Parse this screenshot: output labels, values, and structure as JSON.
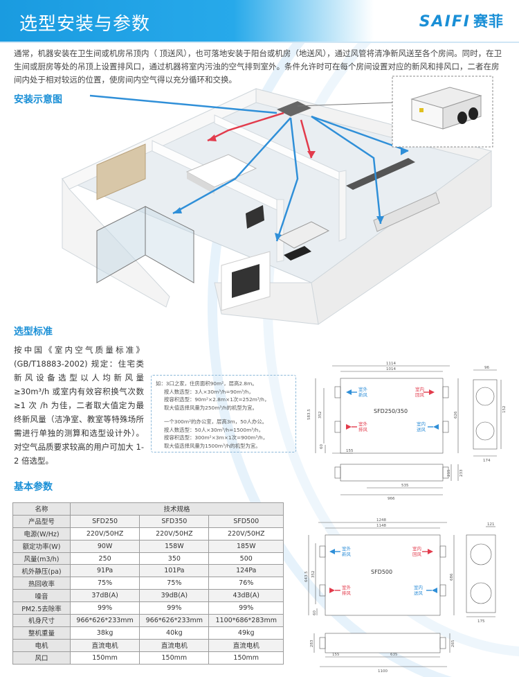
{
  "header": {
    "title": "选型安装与参数",
    "brand_logo": "SAIFI",
    "brand_name": "赛菲"
  },
  "intro": "通常，机器安装在卫生间或机房吊顶内（ 顶送风），也可落地安装于阳台或机房（地送风），通过风管将清净新风送至各个房间。同时，在卫生间或厨房等处的吊顶上设置排风口，通过机器将室内污浊的空气排到室外。条件允许时可在每个房间设置对应的新风和排风口，二者在房间内处于相对较远的位置，使房间内空气得以充分循环和交换。",
  "install": {
    "title": "安装示意图"
  },
  "standard": {
    "title": "选型标准",
    "text": "按中国《室内空气质量标准》(GB/T18883-2002) 规定：住宅类新风设备选型以人均新风量≥30m³/h 或室内有效容积换气次数≥1 次 /h 为佳，二者取大值定为最终新风量（洁净室、教室等特殊场所需进行单独的测算和选型设计外）。对空气品质要求较高的用户可加大 1-2 倍选型。",
    "example": [
      "如：3口之家，住房面积90m²，层高2.8m。",
      "按人数选型：3人×30m³/h=90m³/h，",
      "按容积选型：90m²×2.8m×1次=252m³/h，",
      "取大值选择风量为250m³/h的机型为宜。",
      "",
      "一个300m²的办公室，层高3m，50人办公。",
      "按人数选型：50人×30m³/h=1500m³/h，",
      "按容积选型：300m²×3m×1次=900m³/h，",
      "取大值选择风量为1500m³/h的机型为宜。"
    ]
  },
  "drawing1": {
    "model": "SFD250/350",
    "labels": {
      "outdoor_fresh": [
        "室外",
        "新风"
      ],
      "indoor_return": [
        "室内",
        "回风"
      ],
      "outdoor_exhaust": [
        "室外",
        "排风"
      ],
      "indoor_supply": [
        "室内",
        "送风"
      ]
    },
    "dims": {
      "w_outer": "1114",
      "w_inner": "1014",
      "h_total": "583.5",
      "h_left": "352",
      "h_right": "626",
      "d_60": "60",
      "d_155": "155",
      "side_96": "96",
      "side_152": "152",
      "side_174": "174",
      "bottom_535": "535",
      "bottom_966": "966",
      "bottom_215": "215",
      "bottom_233": "233"
    }
  },
  "drawing2": {
    "model": "SFD500",
    "labels": {
      "outdoor_fresh": [
        "室外",
        "新风"
      ],
      "indoor_return": [
        "室内",
        "回风"
      ],
      "outdoor_exhaust": [
        "室外",
        "排风"
      ],
      "indoor_supply": [
        "室内",
        "送风"
      ]
    },
    "dims": {
      "w_outer": "1248",
      "w_inner": "1148",
      "h_total": "643.5",
      "h_left": "352",
      "h_right": "686",
      "d_60": "60",
      "side_121": "121",
      "side_175": "175",
      "bottom_155": "155",
      "bottom_635": "635",
      "bottom_1100": "1100",
      "bottom_283": "283",
      "bottom_265": "265"
    }
  },
  "params": {
    "title": "基本参数",
    "header": [
      "名称",
      "技术规格"
    ],
    "rows": [
      {
        "label": "产品型号",
        "values": [
          "SFD250",
          "SFD350",
          "SFD500"
        ]
      },
      {
        "label": "电源(W/Hz)",
        "values": [
          "220V/50HZ",
          "220V/50HZ",
          "220V/50HZ"
        ]
      },
      {
        "label": "额定功率(W)",
        "values": [
          "90W",
          "158W",
          "185W"
        ]
      },
      {
        "label": "风量(m3/h)",
        "values": [
          "250",
          "350",
          "500"
        ]
      },
      {
        "label": "机外静压(pa)",
        "values": [
          "91Pa",
          "101Pa",
          "124Pa"
        ]
      },
      {
        "label": "热回收率",
        "values": [
          "75%",
          "75%",
          "76%"
        ]
      },
      {
        "label": "噪音",
        "values": [
          "37dB(A)",
          "39dB(A)",
          "43dB(A)"
        ]
      },
      {
        "label": "PM2.5去除率",
        "values": [
          "99%",
          "99%",
          "99%"
        ]
      },
      {
        "label": "机身尺寸",
        "values": [
          "966*626*233mm",
          "966*626*233mm",
          "1100*686*283mm"
        ]
      },
      {
        "label": "整机重量",
        "values": [
          "38kg",
          "40kg",
          "49kg"
        ]
      },
      {
        "label": "电机",
        "values": [
          "直流电机",
          "直流电机",
          "直流电机"
        ]
      },
      {
        "label": "风口",
        "values": [
          "150mm",
          "150mm",
          "150mm"
        ]
      }
    ]
  }
}
